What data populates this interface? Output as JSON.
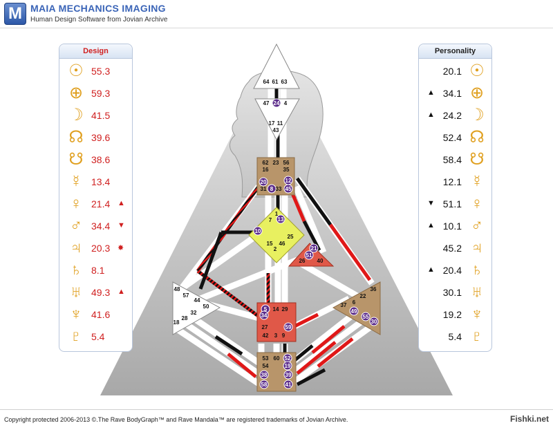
{
  "header": {
    "logo_letter": "M",
    "title": "MAIA MECHANICS IMAGING",
    "subtitle": "Human Design Software from Jovian Archive"
  },
  "design": {
    "title": "Design",
    "rows": [
      {
        "icon": "sun-icon",
        "glyph": "☉",
        "value": "55.3",
        "marker": ""
      },
      {
        "icon": "earth-icon",
        "glyph": "⊕",
        "value": "59.3",
        "marker": ""
      },
      {
        "icon": "moon-icon",
        "glyph": "☽",
        "value": "41.5",
        "marker": ""
      },
      {
        "icon": "north-node-icon",
        "glyph": "☊",
        "value": "39.6",
        "marker": ""
      },
      {
        "icon": "south-node-icon",
        "glyph": "☋",
        "value": "38.6",
        "marker": ""
      },
      {
        "icon": "mercury-icon",
        "glyph": "☿",
        "value": "13.4",
        "marker": ""
      },
      {
        "icon": "venus-icon",
        "glyph": "♀",
        "value": "21.4",
        "marker": "▲"
      },
      {
        "icon": "mars-icon",
        "glyph": "♂",
        "value": "34.4",
        "marker": "▼"
      },
      {
        "icon": "jupiter-icon",
        "glyph": "♃",
        "value": "20.3",
        "marker": "✸"
      },
      {
        "icon": "saturn-icon",
        "glyph": "♄",
        "value": "8.1",
        "marker": ""
      },
      {
        "icon": "uranus-icon",
        "glyph": "♅",
        "value": "49.3",
        "marker": "▲"
      },
      {
        "icon": "neptune-icon",
        "glyph": "♆",
        "value": "41.6",
        "marker": ""
      },
      {
        "icon": "pluto-icon",
        "glyph": "♇",
        "value": "5.4",
        "marker": ""
      }
    ]
  },
  "personality": {
    "title": "Personality",
    "rows": [
      {
        "icon": "sun-icon",
        "glyph": "☉",
        "value": "20.1",
        "marker": ""
      },
      {
        "icon": "earth-icon",
        "glyph": "⊕",
        "value": "34.1",
        "marker": "▲"
      },
      {
        "icon": "moon-icon",
        "glyph": "☽",
        "value": "24.2",
        "marker": "▲"
      },
      {
        "icon": "north-node-icon",
        "glyph": "☊",
        "value": "52.4",
        "marker": ""
      },
      {
        "icon": "south-node-icon",
        "glyph": "☋",
        "value": "58.4",
        "marker": ""
      },
      {
        "icon": "mercury-icon",
        "glyph": "☿",
        "value": "12.1",
        "marker": ""
      },
      {
        "icon": "venus-icon",
        "glyph": "♀",
        "value": "51.1",
        "marker": "▼"
      },
      {
        "icon": "mars-icon",
        "glyph": "♂",
        "value": "10.1",
        "marker": "▲"
      },
      {
        "icon": "jupiter-icon",
        "glyph": "♃",
        "value": "45.2",
        "marker": ""
      },
      {
        "icon": "saturn-icon",
        "glyph": "♄",
        "value": "20.4",
        "marker": "▲"
      },
      {
        "icon": "uranus-icon",
        "glyph": "♅",
        "value": "30.1",
        "marker": ""
      },
      {
        "icon": "neptune-icon",
        "glyph": "♆",
        "value": "19.2",
        "marker": ""
      },
      {
        "icon": "pluto-icon",
        "glyph": "♇",
        "value": "5.4",
        "marker": ""
      }
    ]
  },
  "bodygraph": {
    "colors": {
      "defined_tan": "#b8956a",
      "defined_yellow": "#e8f060",
      "defined_red": "#e05848",
      "personality": "#111111",
      "design": "#e01818",
      "highlight_gate": "#5a2a8a"
    },
    "centers": {
      "head": [
        "64",
        "61",
        "63"
      ],
      "ajna": [
        "47",
        "24",
        "4",
        "17",
        "11",
        "43"
      ],
      "throat": [
        "62",
        "23",
        "56",
        "16",
        "35",
        "20",
        "31",
        "8",
        "33",
        "12",
        "45"
      ],
      "g": [
        "1",
        "13",
        "7",
        "10",
        "15",
        "46",
        "25",
        "2"
      ],
      "ego": [
        "21",
        "51",
        "26",
        "40"
      ],
      "spleen": [
        "48",
        "57",
        "44",
        "50",
        "32",
        "28",
        "18"
      ],
      "sacral": [
        "5",
        "14",
        "29",
        "34",
        "27",
        "59",
        "42",
        "3",
        "9"
      ],
      "solar_plexus": [
        "36",
        "22",
        "6",
        "37",
        "49",
        "55",
        "30"
      ],
      "root": [
        "53",
        "60",
        "52",
        "54",
        "19",
        "38",
        "39",
        "58",
        "41"
      ]
    }
  },
  "footer": {
    "copyright": "Copyright protected 2006-2013 ©.The Rave BodyGraph™ and Rave Mandala™ are registered trademarks of Jovian Archive.",
    "watermark": "Fishki.net"
  }
}
